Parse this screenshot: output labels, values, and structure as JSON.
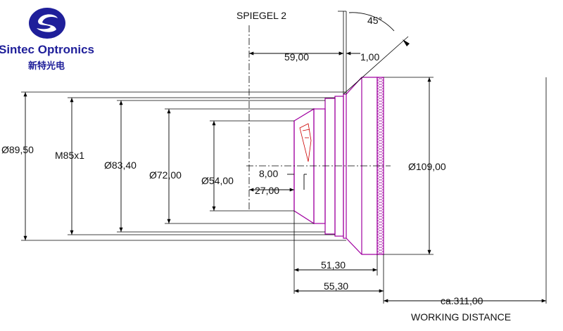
{
  "logo": {
    "company": "Sintec Optronics",
    "chinese": "新特光电",
    "brand_color": "#1f1f9a"
  },
  "drawing": {
    "title_mirror": "SPIEGEL 2",
    "angle": "45°",
    "dim_59": "59,00",
    "dim_1": "1,00",
    "dia_8950": "Ø89,50",
    "thread": "M85x1",
    "dia_8340": "Ø83,40",
    "dia_7200": "Ø72,00",
    "dia_5400": "Ø54,00",
    "dim_8": "8,00",
    "dim_27": "27,00",
    "dia_109": "Ø109,00",
    "dim_5130": "51,30",
    "dim_5530": "55,30",
    "dim_311": "ca.311,00",
    "working_distance": "WORKING DISTANCE",
    "line_color": "#000000",
    "body_color": "#a000a0",
    "hatch_color": "#cc0000"
  }
}
